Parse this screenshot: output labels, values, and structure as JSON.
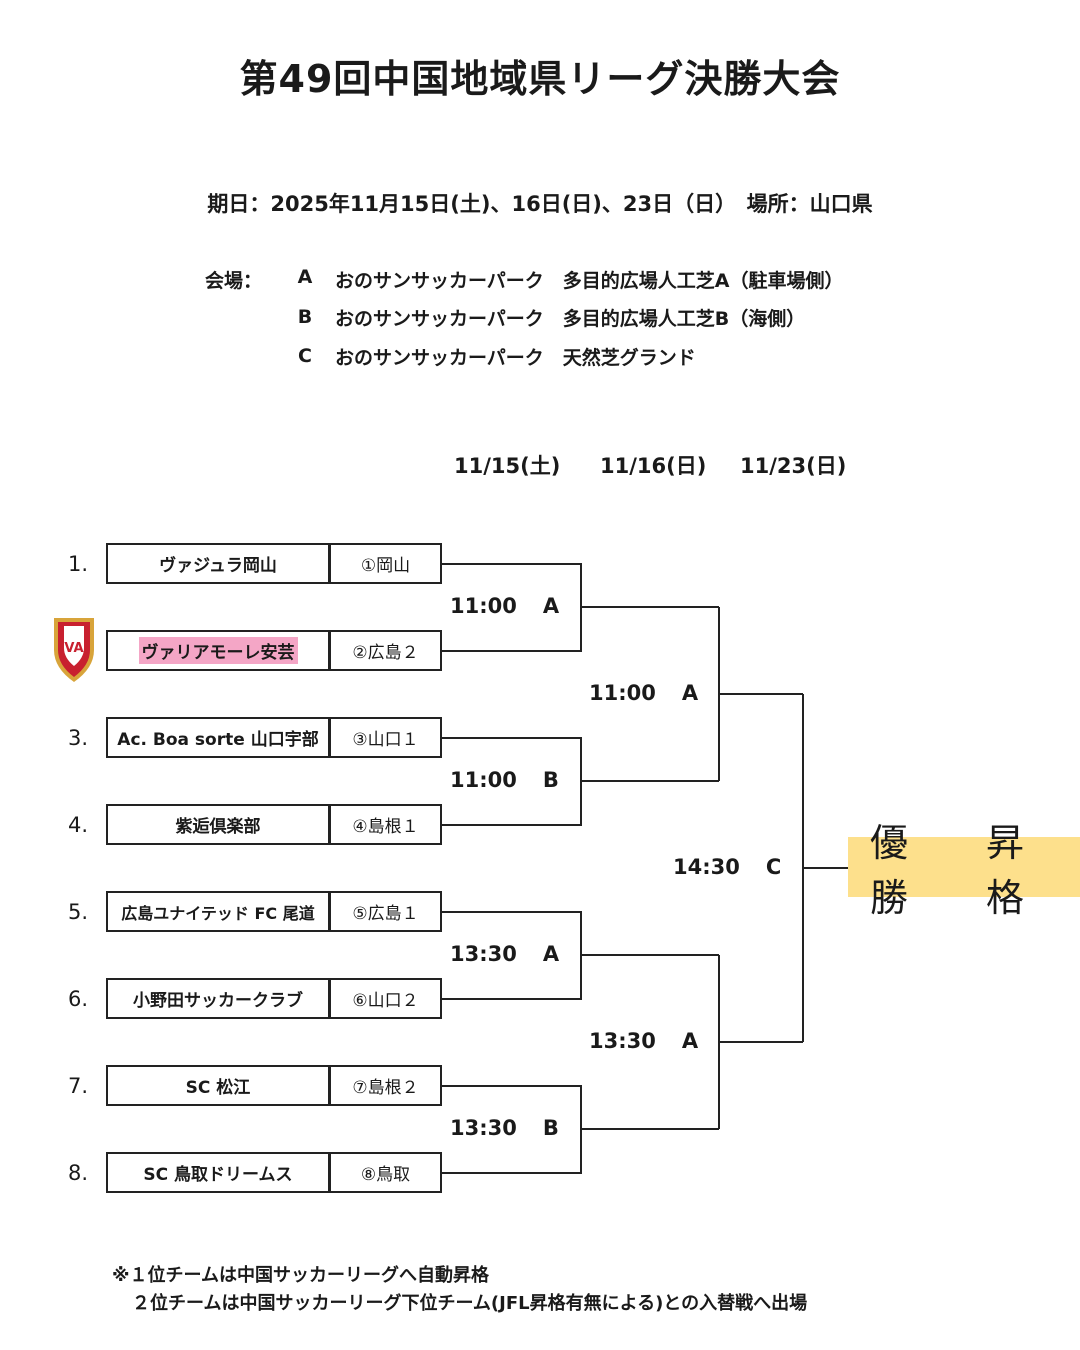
{
  "title": "第49回中国地域県リーグ決勝大会",
  "dateline": "期日：2025年11月15日(土)、16日(日)、23日（日）　場所：山口県",
  "venues": [
    {
      "key_label": "会場：",
      "code": "A",
      "name": "おのサンサッカーパーク　多目的広場人工芝A（駐車場側）"
    },
    {
      "key_label": "",
      "code": "B",
      "name": "おのサンサッカーパーク　多目的広場人工芝B（海側）"
    },
    {
      "key_label": "",
      "code": "C",
      "name": "おのサンサッカーパーク　天然芝グランド"
    }
  ],
  "round_dates": [
    "11/15(土)",
    "11/16(日)",
    "11/23(日)"
  ],
  "teams": [
    {
      "seed": "1.",
      "name": "ヴァジュラ岡山",
      "qual": "①岡山",
      "highlight": false
    },
    {
      "seed": "",
      "name": "ヴァリアモーレ安芸",
      "qual": "②広島２",
      "highlight": true
    },
    {
      "seed": "3.",
      "name": "Ac. Boa sorte 山口宇部",
      "qual": "③山口１",
      "highlight": false
    },
    {
      "seed": "4.",
      "name": "紫逅倶楽部",
      "qual": "④島根１",
      "highlight": false
    },
    {
      "seed": "5.",
      "name": "広島ユナイテッド FC 尾道",
      "qual": "⑤広島１",
      "highlight": false
    },
    {
      "seed": "6.",
      "name": "小野田サッカークラブ",
      "qual": "⑥山口２",
      "highlight": false
    },
    {
      "seed": "7.",
      "name": "SC 松江",
      "qual": "⑦島根２",
      "highlight": false
    },
    {
      "seed": "8.",
      "name": "SC 鳥取ドリームス",
      "qual": "⑧鳥取",
      "highlight": false
    }
  ],
  "matches": {
    "r1": [
      {
        "time": "11:00",
        "venue": "A"
      },
      {
        "time": "11:00",
        "venue": "B"
      },
      {
        "time": "13:30",
        "venue": "A"
      },
      {
        "time": "13:30",
        "venue": "B"
      }
    ],
    "r2": [
      {
        "time": "11:00",
        "venue": "A"
      },
      {
        "time": "13:30",
        "venue": "A"
      }
    ],
    "final": {
      "time": "14:30",
      "venue": "C"
    }
  },
  "winner": {
    "label1": "優勝",
    "label2": "昇格"
  },
  "crest_text": "VA",
  "notes": [
    "※１位チームは中国サッカーリーグへ自動昇格",
    "２位チームは中国サッカーリーグ下位チーム(JFL昇格有無による)との入替戦へ出場"
  ],
  "colors": {
    "line": "#222222",
    "highlight": "#f4a6c6",
    "winner_bg": "#fde08c",
    "crest": "#c8202f",
    "crest_gold": "#d8a43a"
  }
}
